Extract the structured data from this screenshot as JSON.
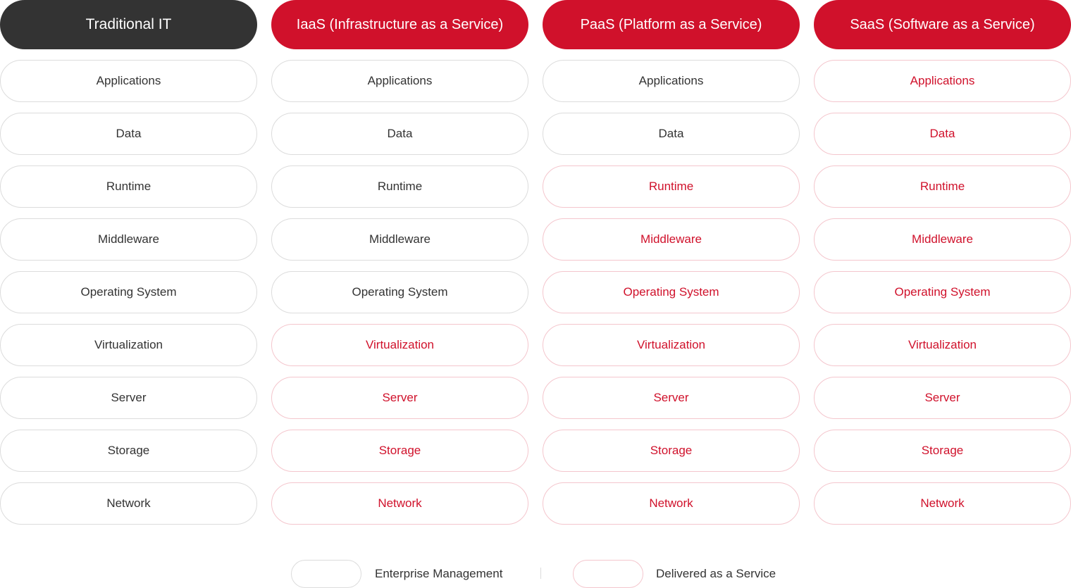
{
  "colors": {
    "header_dark": "#333333",
    "header_red": "#d0112b",
    "managed_text": "#333333",
    "service_text": "#d0112b",
    "managed_border": "#dcdcdc",
    "service_border": "#f4c6cd"
  },
  "columns": [
    {
      "title": "Traditional IT",
      "header_style": "dark",
      "rows": [
        {
          "label": "Applications",
          "status": "managed"
        },
        {
          "label": "Data",
          "status": "managed"
        },
        {
          "label": "Runtime",
          "status": "managed"
        },
        {
          "label": "Middleware",
          "status": "managed"
        },
        {
          "label": "Operating System",
          "status": "managed"
        },
        {
          "label": "Virtualization",
          "status": "managed"
        },
        {
          "label": "Server",
          "status": "managed"
        },
        {
          "label": "Storage",
          "status": "managed"
        },
        {
          "label": "Network",
          "status": "managed"
        }
      ]
    },
    {
      "title": "IaaS (Infrastructure as a Service)",
      "header_style": "red",
      "rows": [
        {
          "label": "Applications",
          "status": "managed"
        },
        {
          "label": "Data",
          "status": "managed"
        },
        {
          "label": "Runtime",
          "status": "managed"
        },
        {
          "label": "Middleware",
          "status": "managed"
        },
        {
          "label": "Operating System",
          "status": "managed"
        },
        {
          "label": "Virtualization",
          "status": "service"
        },
        {
          "label": "Server",
          "status": "service"
        },
        {
          "label": "Storage",
          "status": "service"
        },
        {
          "label": "Network",
          "status": "service"
        }
      ]
    },
    {
      "title": "PaaS (Platform as a Service)",
      "header_style": "red",
      "rows": [
        {
          "label": "Applications",
          "status": "managed"
        },
        {
          "label": "Data",
          "status": "managed"
        },
        {
          "label": "Runtime",
          "status": "service"
        },
        {
          "label": "Middleware",
          "status": "service"
        },
        {
          "label": "Operating System",
          "status": "service"
        },
        {
          "label": "Virtualization",
          "status": "service"
        },
        {
          "label": "Server",
          "status": "service"
        },
        {
          "label": "Storage",
          "status": "service"
        },
        {
          "label": "Network",
          "status": "service"
        }
      ]
    },
    {
      "title": "SaaS (Software as a Service)",
      "header_style": "red",
      "rows": [
        {
          "label": "Applications",
          "status": "service"
        },
        {
          "label": "Data",
          "status": "service"
        },
        {
          "label": "Runtime",
          "status": "service"
        },
        {
          "label": "Middleware",
          "status": "service"
        },
        {
          "label": "Operating System",
          "status": "service"
        },
        {
          "label": "Virtualization",
          "status": "service"
        },
        {
          "label": "Server",
          "status": "service"
        },
        {
          "label": "Storage",
          "status": "service"
        },
        {
          "label": "Network",
          "status": "service"
        }
      ]
    }
  ],
  "legend": {
    "managed_label": "Enterprise Management",
    "service_label": "Delivered as a Service"
  }
}
